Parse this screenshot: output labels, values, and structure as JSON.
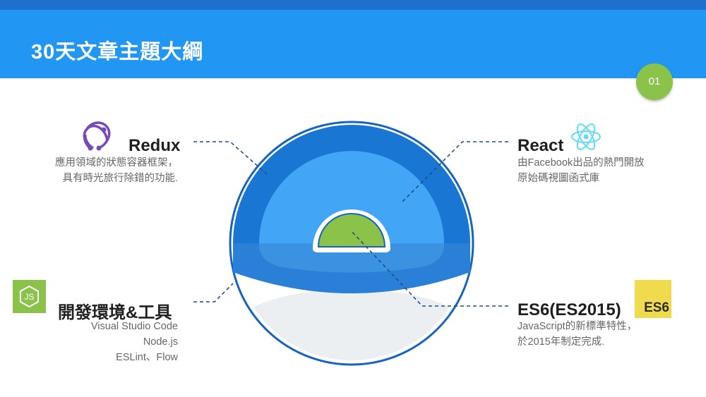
{
  "header": {
    "title": "30天文章主題大綱",
    "page_number": "01"
  },
  "topics": {
    "redux": {
      "title": "Redux",
      "lines": [
        "應用領域的狀態容器框架，",
        "具有時光旅行除錯的功能."
      ],
      "icon": "redux-icon"
    },
    "react": {
      "title": "React",
      "lines": [
        "由Facebook出品的熱門開放",
        "原始碼視圖函式庫"
      ],
      "icon": "react-icon"
    },
    "tools": {
      "title": "開發環境&工具",
      "lines": [
        "Visual Studio Code",
        "Node.js",
        "ESLint、Flow"
      ],
      "icon": "nodejs-icon"
    },
    "es6": {
      "title": "ES6(ES2015)",
      "lines": [
        "JavaScript的新標準特性，",
        "於2015年制定完成."
      ],
      "icon": "es6-icon",
      "icon_text": "ES6"
    }
  },
  "colors": {
    "header": "#2196f3",
    "accent_green": "#8bc34a",
    "sphere_blue": "#1976d2",
    "sphere_light": "#42a5f5"
  }
}
